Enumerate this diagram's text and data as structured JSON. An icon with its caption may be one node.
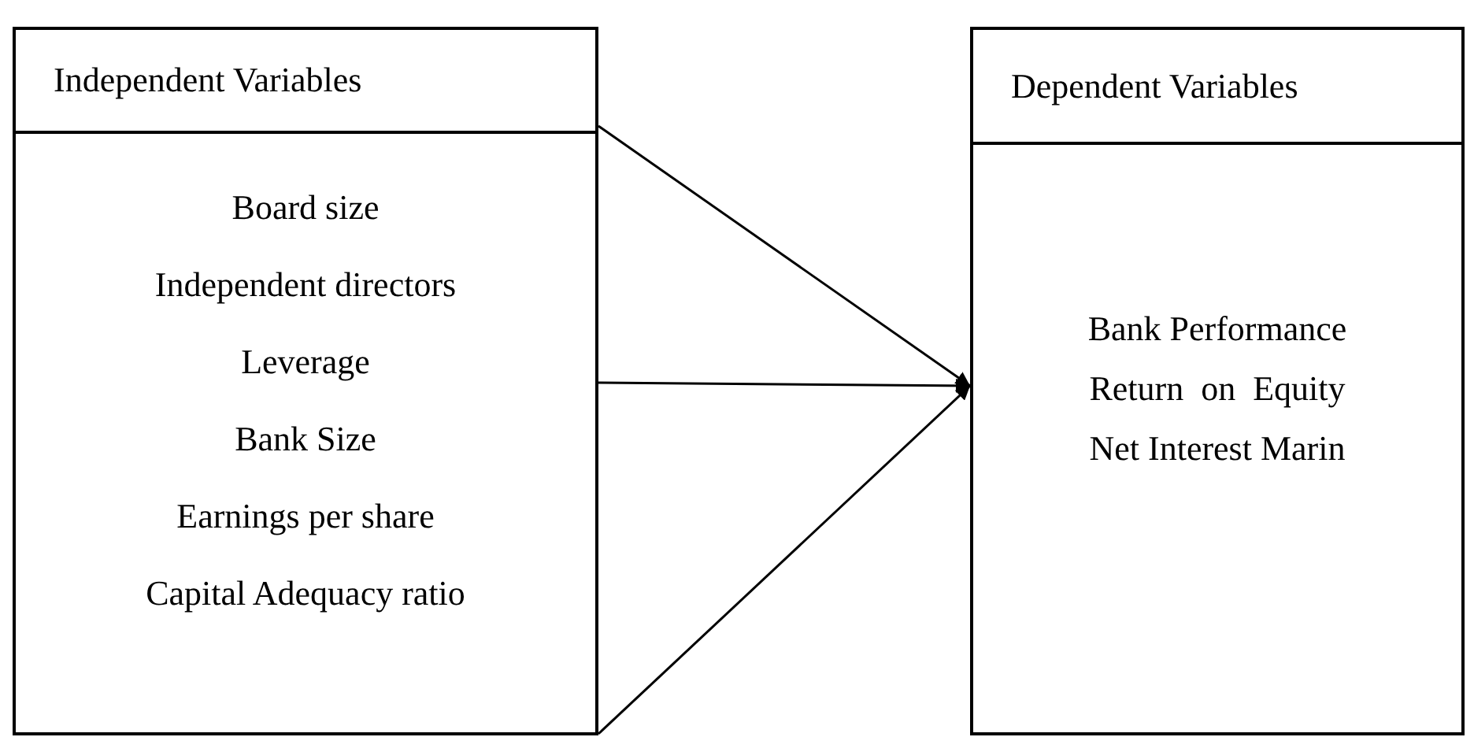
{
  "diagram": {
    "nodes": [
      {
        "text": [
          "Independent Variables"
        ]
      },
      {
        "text": [
          "Board size",
          "Independent directors",
          "Leverage",
          "Bank Size",
          "Earnings per share",
          "Capital Adequacy ratio"
        ]
      },
      {
        "text": [
          "Dependent Variables"
        ]
      },
      {
        "text": [
          "Bank Performance",
          "Return  on  Equity",
          "Net Interest Marin"
        ]
      }
    ],
    "edges": [
      {
        "from": 0,
        "to": 3,
        "arrow": "to"
      },
      {
        "from": 1,
        "to": 3,
        "arrow": "to"
      },
      {
        "from": 1,
        "to": 3,
        "arrow": "to"
      }
    ]
  }
}
